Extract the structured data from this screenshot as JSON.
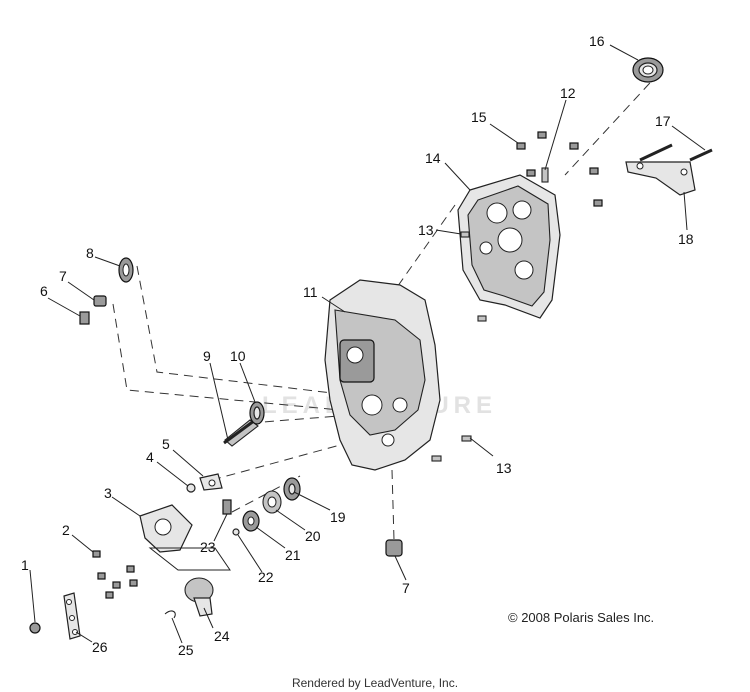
{
  "diagram": {
    "callouts": [
      {
        "id": "1",
        "text": "1"
      },
      {
        "id": "2",
        "text": "2"
      },
      {
        "id": "3",
        "text": "3"
      },
      {
        "id": "4",
        "text": "4"
      },
      {
        "id": "5",
        "text": "5"
      },
      {
        "id": "6",
        "text": "6"
      },
      {
        "id": "7a",
        "text": "7"
      },
      {
        "id": "7b",
        "text": "7"
      },
      {
        "id": "8",
        "text": "8"
      },
      {
        "id": "9",
        "text": "9"
      },
      {
        "id": "10",
        "text": "10"
      },
      {
        "id": "11",
        "text": "11"
      },
      {
        "id": "12",
        "text": "12"
      },
      {
        "id": "13a",
        "text": "13"
      },
      {
        "id": "13b",
        "text": "13"
      },
      {
        "id": "14",
        "text": "14"
      },
      {
        "id": "15",
        "text": "15"
      },
      {
        "id": "16",
        "text": "16"
      },
      {
        "id": "17",
        "text": "17"
      },
      {
        "id": "18",
        "text": "18"
      },
      {
        "id": "19",
        "text": "19"
      },
      {
        "id": "20",
        "text": "20"
      },
      {
        "id": "21",
        "text": "21"
      },
      {
        "id": "22",
        "text": "22"
      },
      {
        "id": "23",
        "text": "23"
      },
      {
        "id": "24",
        "text": "24"
      },
      {
        "id": "25",
        "text": "25"
      },
      {
        "id": "26",
        "text": "26"
      }
    ],
    "watermark": "LEADVENTURE"
  },
  "copyright": "© 2008 Polaris Sales Inc.",
  "credit": "Rendered by LeadVenture, Inc."
}
